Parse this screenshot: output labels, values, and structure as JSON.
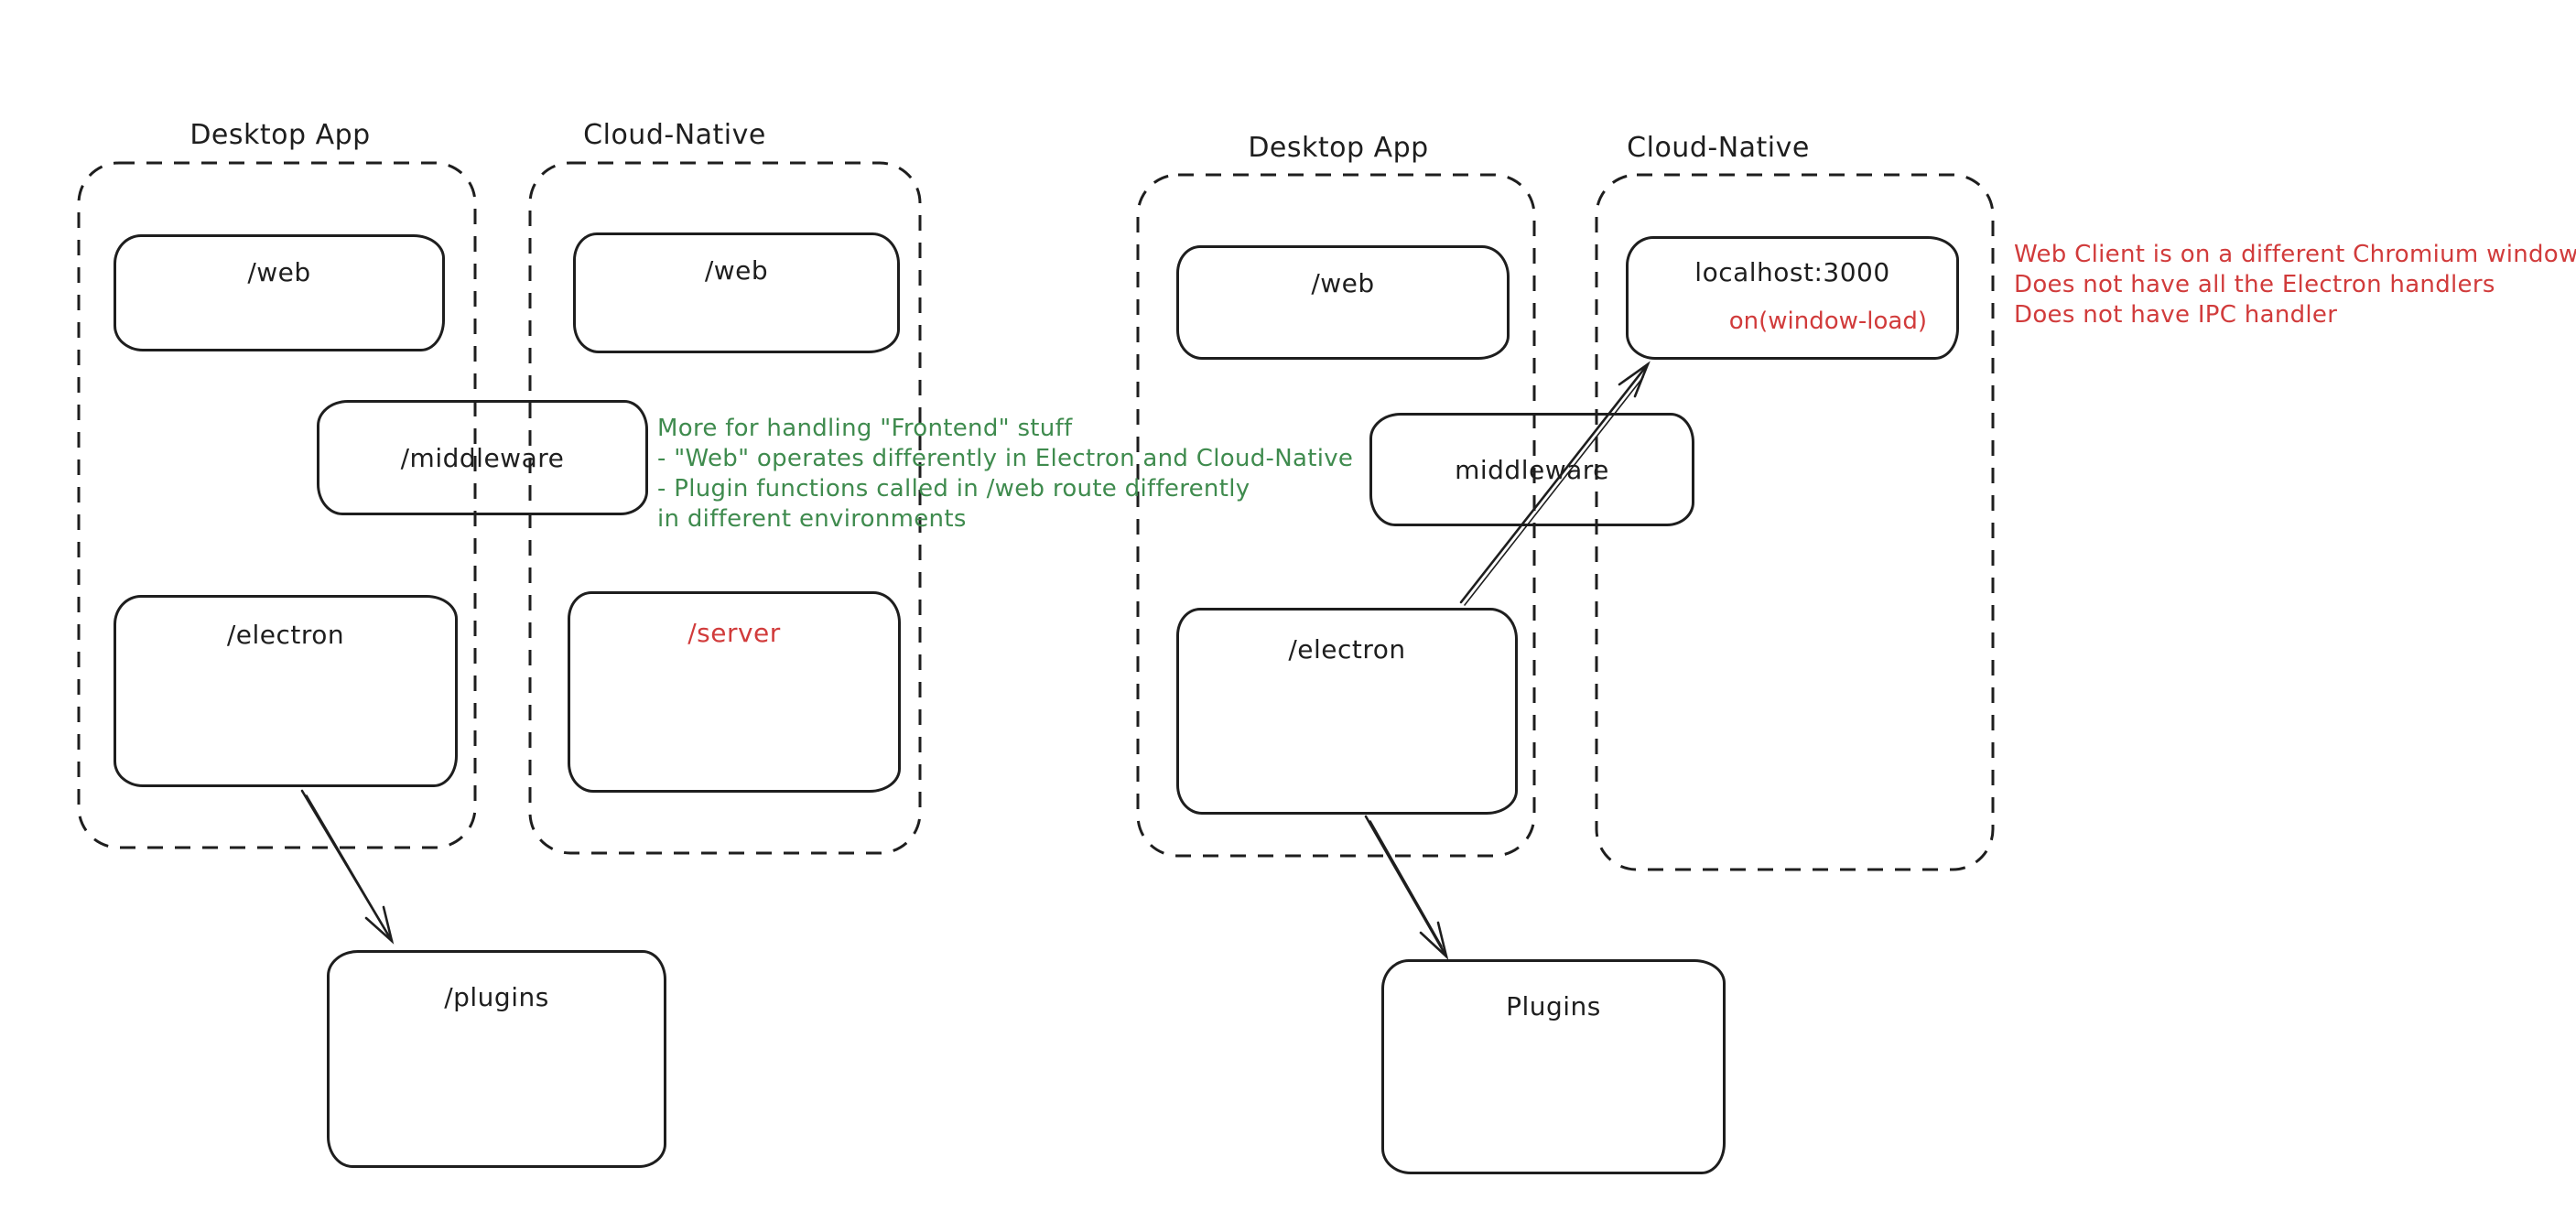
{
  "colors": {
    "stroke": "#1e1e1e",
    "green": "#3f8b4e",
    "red": "#d13b3b",
    "background": "#ffffff"
  },
  "left": {
    "desktop_label": "Desktop App",
    "cloud_label": "Cloud-Native",
    "web_desktop": "/web",
    "web_cloud": "/web",
    "middleware": "/middleware",
    "electron": "/electron",
    "server": "/server",
    "plugins": "/plugins",
    "note": {
      "line1": "More for handling \"Frontend\" stuff",
      "line2": "- \"Web\" operates differently in Electron and Cloud-Native",
      "line3": "- Plugin functions called in /web route differently",
      "line4": "in different environments"
    }
  },
  "right": {
    "desktop_label": "Desktop App",
    "cloud_label": "Cloud-Native",
    "web": "/web",
    "localhost": "localhost:3000",
    "on_window_load": "on(window-load)",
    "middleware": "middleware",
    "electron": "/electron",
    "plugins": "Plugins",
    "note": {
      "line1": "Web Client is on a different Chromium window",
      "line2": "Does not have all the Electron handlers",
      "line3": "Does not have IPC handler"
    }
  }
}
